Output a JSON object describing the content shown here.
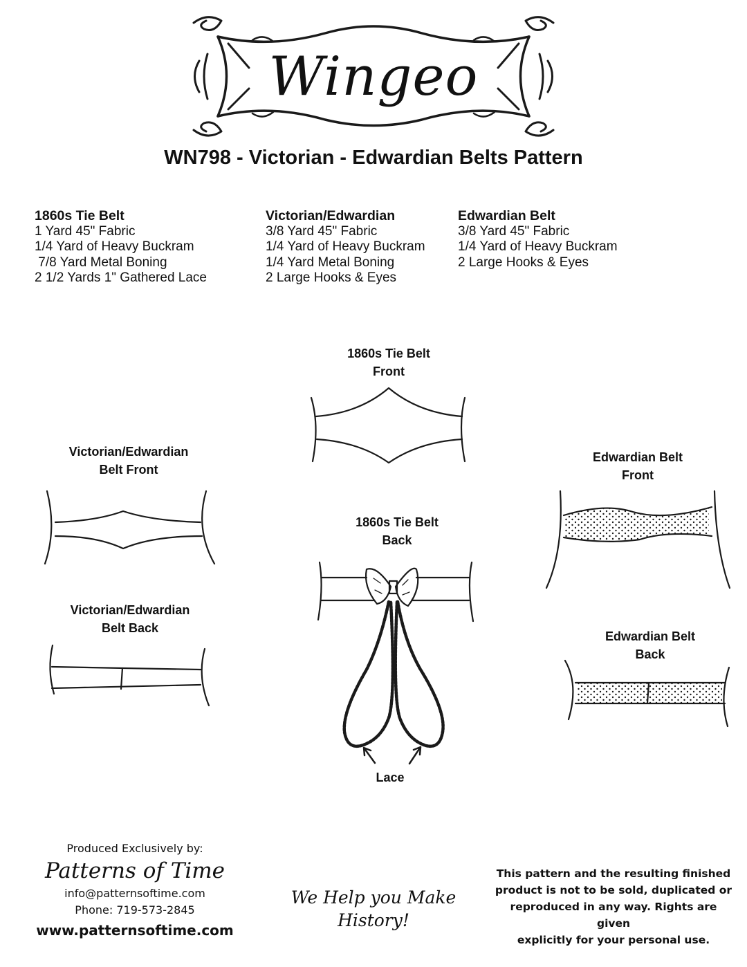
{
  "logo": {
    "text": "Wingeo"
  },
  "title": "WN798 - Victorian - Edwardian Belts Pattern",
  "materials": [
    {
      "heading": "1860s Tie Belt",
      "items": [
        "1 Yard 45\" Fabric",
        "1/4 Yard of Heavy Buckram",
        " 7/8 Yard Metal Boning",
        "2 1/2 Yards 1\" Gathered Lace"
      ]
    },
    {
      "heading": "Victorian/Edwardian",
      "items": [
        "3/8 Yard 45\" Fabric",
        "1/4 Yard of Heavy Buckram",
        "1/4 Yard Metal Boning",
        "2 Large Hooks & Eyes"
      ]
    },
    {
      "heading": "Edwardian Belt",
      "items": [
        "3/8 Yard 45\" Fabric",
        "1/4 Yard of Heavy Buckram",
        "2 Large Hooks & Eyes"
      ]
    }
  ],
  "illustrations": {
    "tie_front": [
      "1860s Tie Belt",
      "Front"
    ],
    "tie_back": [
      "1860s Tie Belt",
      "Back"
    ],
    "lace": "Lace",
    "ve_front": [
      "Victorian/Edwardian",
      "Belt Front"
    ],
    "ve_back": [
      "Victorian/Edwardian",
      "Belt Back"
    ],
    "ed_front": [
      "Edwardian Belt",
      "Front"
    ],
    "ed_back": [
      "Edwardian Belt",
      "Back"
    ]
  },
  "footer": {
    "produced_by": "Produced Exclusively by:",
    "company": "Patterns of Time",
    "email": "info@patternsoftime.com",
    "phone": "Phone: 719-573-2845",
    "website": "www.patternsoftime.com",
    "slogan": [
      "We Help you Make",
      "History!"
    ],
    "notice": [
      "This pattern and the resulting finished",
      "product is not to be sold, duplicated or",
      "reproduced in any way. Rights are given",
      "explicitly for your personal use."
    ]
  }
}
